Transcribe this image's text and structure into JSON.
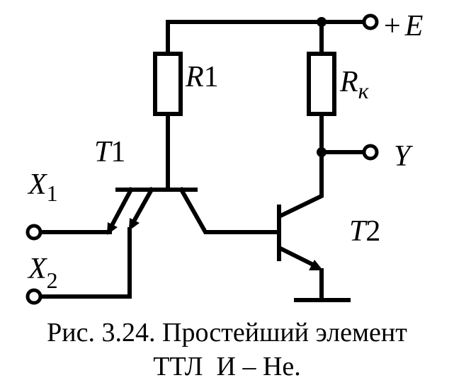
{
  "diagram": {
    "labels": {
      "r1_letter": "R",
      "r1_digit": "1",
      "rk_letter": "R",
      "rk_sub": "к",
      "t1_letter": "T",
      "t1_digit": "1",
      "t2_letter": "T",
      "t2_digit": "2",
      "x1_letter": "X",
      "x1_sub": "1",
      "x2_letter": "X",
      "x2_sub": "2",
      "supply_sign": "+",
      "supply_letter": "E",
      "output_letter": "Y"
    },
    "caption": {
      "line1": "Рис. 3.24. Простейший элемент",
      "line2": "ТТЛ  И – Не."
    },
    "colors": {
      "ink": "#000000",
      "background": "#ffffff"
    }
  }
}
